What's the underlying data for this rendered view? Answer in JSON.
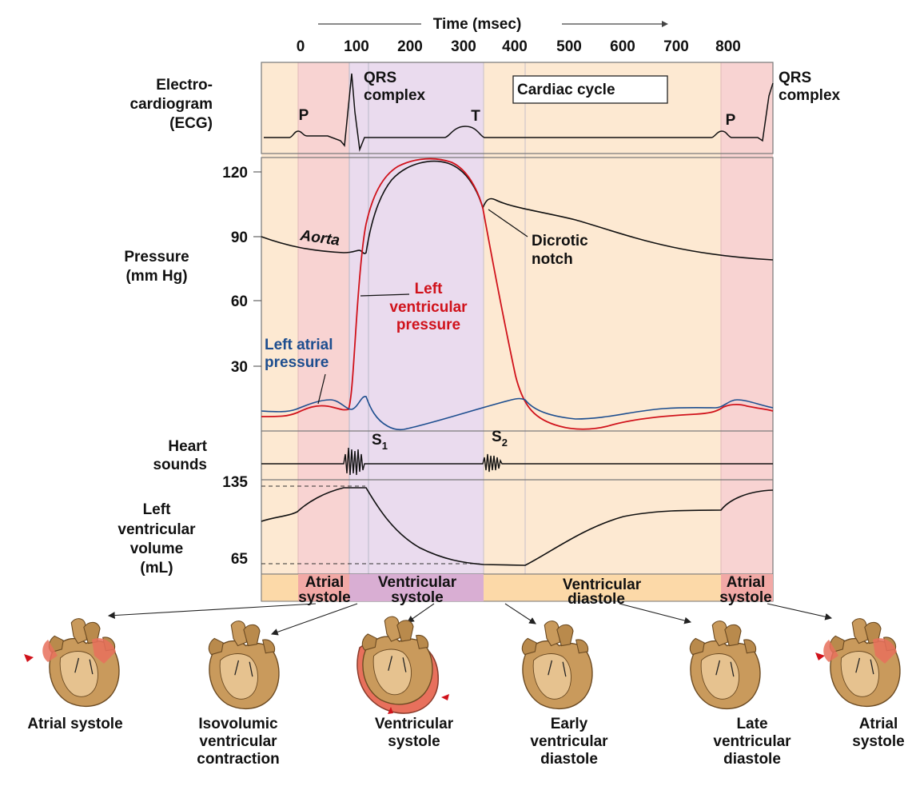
{
  "time_axis": {
    "title": "Time (msec)",
    "ticks": [
      "0",
      "100",
      "200",
      "300",
      "400",
      "500",
      "600",
      "700",
      "800"
    ]
  },
  "row_labels": {
    "ecg": [
      "Electro-",
      "cardiogram",
      "(ECG)"
    ],
    "pressure": [
      "Pressure",
      "(mm Hg)"
    ],
    "heart_sounds": [
      "Heart",
      "sounds"
    ],
    "volume": [
      "Left",
      "ventricular",
      "volume",
      "(mL)"
    ]
  },
  "ecg_labels": {
    "p1": "P",
    "qrs1": [
      "QRS",
      "complex"
    ],
    "t": "T",
    "cardiac_cycle": "Cardiac cycle",
    "p2": "P",
    "qrs2": [
      "QRS",
      "complex"
    ]
  },
  "pressure_ticks": [
    "120",
    "90",
    "60",
    "30"
  ],
  "pressure_labels": {
    "aorta": "Aorta",
    "dicrotic": [
      "Dicrotic",
      "notch"
    ],
    "lv_pressure": [
      "Left",
      "ventricular",
      "pressure"
    ],
    "la_pressure": [
      "Left atrial",
      "pressure"
    ]
  },
  "sound_labels": {
    "s1": "S",
    "s1_sub": "1",
    "s2": "S",
    "s2_sub": "2"
  },
  "volume_ticks": [
    "135",
    "65"
  ],
  "phases": [
    {
      "label": [
        "Atrial",
        "systole"
      ]
    },
    {
      "label": [
        "Ventricular",
        "systole"
      ]
    },
    {
      "label": [
        "Ventricular",
        "diastole"
      ]
    },
    {
      "label": [
        "Atrial",
        "systole"
      ]
    }
  ],
  "heart_captions": [
    [
      "Atrial systole"
    ],
    [
      "Isovolumic",
      "ventricular",
      "contraction"
    ],
    [
      "Ventricular",
      "systole"
    ],
    [
      "Early",
      "ventricular",
      "diastole"
    ],
    [
      "Late",
      "ventricular",
      "diastole"
    ],
    [
      "Atrial",
      "systole"
    ]
  ],
  "colors": {
    "diastole_bg": "#fde9d2",
    "atrial_bg": "#f8d3d2",
    "ventricular_bg": "#eadbee",
    "lv_pressure": "#d0121b",
    "la_pressure": "#1d4e8f",
    "aorta": "#111111",
    "bar_atrial": "#f2a9a6",
    "bar_ventricular": "#d9aed3",
    "bar_diastole": "#fcd9a8",
    "heart_tan": "#c99a5c",
    "heart_red": "#e8705c"
  }
}
